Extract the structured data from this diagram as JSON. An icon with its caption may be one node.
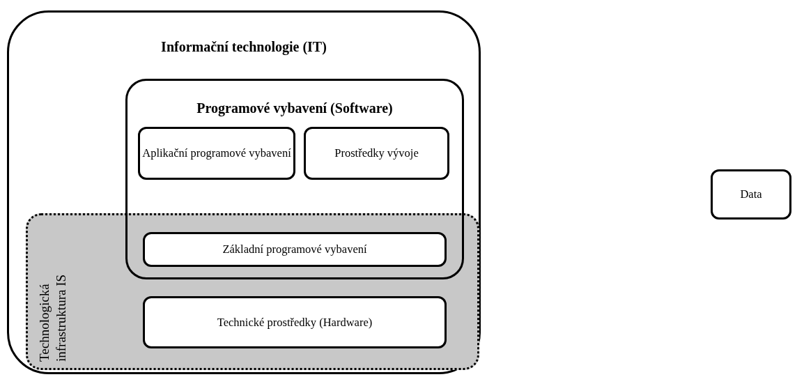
{
  "diagram": {
    "nodes": [
      {
        "text": [
          "Informační technologie (IT)"
        ]
      },
      {
        "text": [
          "Programové vybavení (Software)"
        ],
        "in": 0
      },
      {
        "text": [
          "Aplikační programové vybavení"
        ],
        "in": 1
      },
      {
        "text": [
          "Prostředky vývoje"
        ],
        "in": 1
      },
      {
        "text": [
          "Technologická infrastruktura IS"
        ],
        "in": 0
      },
      {
        "text": [
          "Základní programové vybavení"
        ]
      },
      {
        "text": [
          "Technické prostředky (Hardware)"
        ],
        "in": 4
      },
      {
        "text": [
          "Data"
        ]
      }
    ]
  }
}
